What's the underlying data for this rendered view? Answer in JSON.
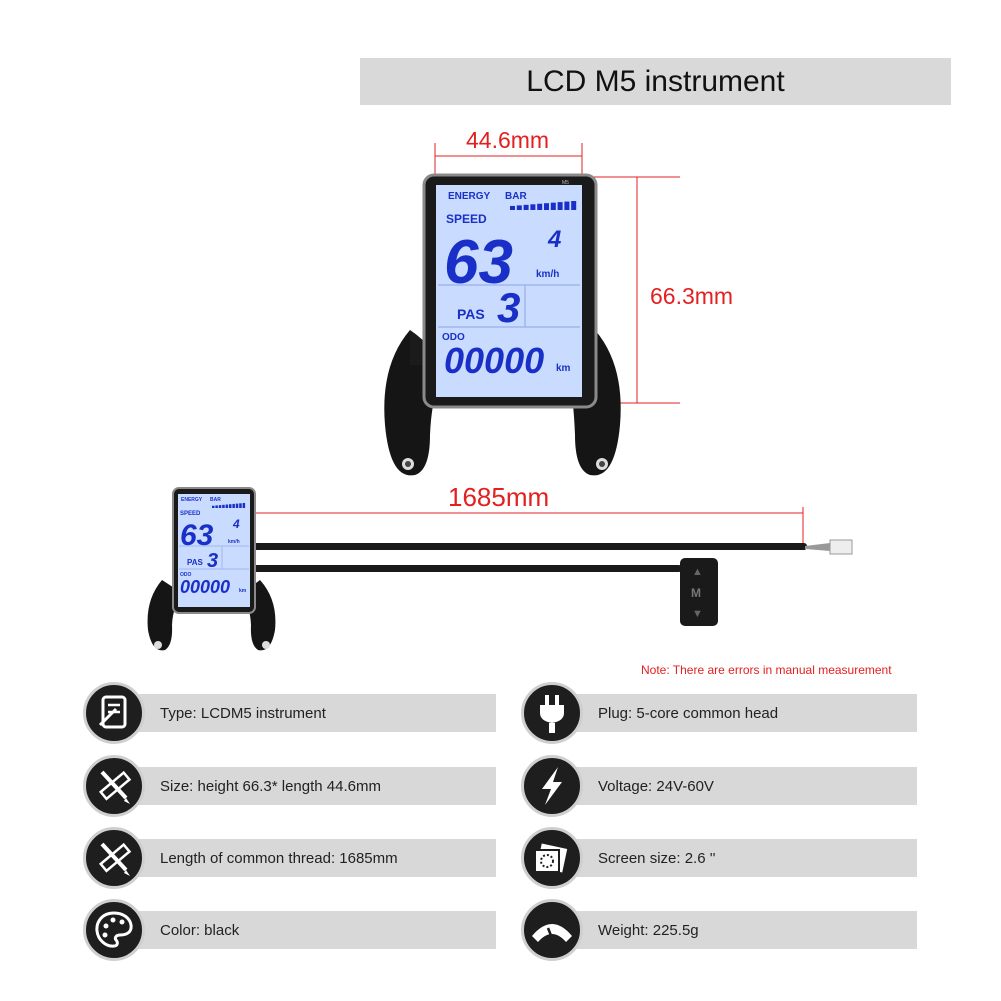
{
  "title": "LCD M5 instrument",
  "dimensions": {
    "width": "44.6mm",
    "height": "66.3mm",
    "cable_length": "1685mm"
  },
  "note": "Note: There are errors in manual measurement",
  "display": {
    "energy_label": "ENERGY",
    "bar_label": "BAR",
    "speed_label": "SPEED",
    "speed_value": "63",
    "speed_decimal": "4",
    "speed_unit": "km/h",
    "pas_label": "PAS",
    "pas_value": "3",
    "odo_label": "ODO",
    "odo_value": "00000",
    "odo_unit": "km",
    "energy_segments": 10,
    "model_mark": "M5"
  },
  "button": {
    "up_icon": "chevron-up-icon",
    "mode_label": "M",
    "down_icon": "chevron-down-icon"
  },
  "specs": {
    "left": [
      {
        "icon": "document-icon",
        "text": "Type: LCDM5 instrument"
      },
      {
        "icon": "ruler-pencil-icon",
        "text": "Size: height 66.3* length 44.6mm"
      },
      {
        "icon": "ruler-pencil-icon",
        "text": "Length of common thread: 1685mm"
      },
      {
        "icon": "palette-icon",
        "text": "Color: black"
      }
    ],
    "right": [
      {
        "icon": "plug-icon",
        "text": "Plug: 5-core common head"
      },
      {
        "icon": "lightning-icon",
        "text": "Voltage: 24V-60V"
      },
      {
        "icon": "screen-icon",
        "text": "Screen size: 2.6 ''"
      },
      {
        "icon": "scale-icon",
        "text": "Weight: 225.5g"
      }
    ]
  },
  "colors": {
    "dimension_red": "#e32020",
    "lcd_blue": "#1a2fc7",
    "lcd_background": "#c9dcff",
    "bar_gray": "#d8d8d8"
  }
}
